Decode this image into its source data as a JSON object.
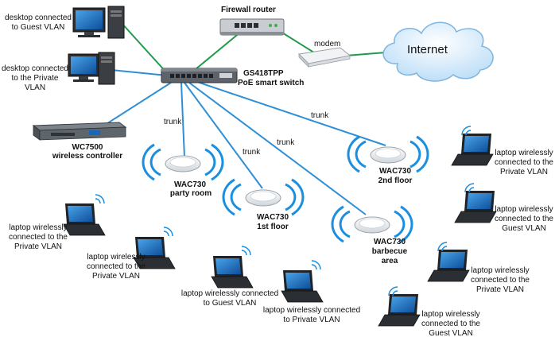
{
  "devices": {
    "firewall": "Firewall router",
    "modem": "modem",
    "internet": "Internet",
    "switch_model": "GS418TPP",
    "switch_desc": "PoE smart switch",
    "controller_model": "WC7500",
    "controller_desc": "wireless controller"
  },
  "desktops": {
    "guest": "desktop connected\nto Guest VLAN",
    "private": "desktop connected\nto the Private VLAN"
  },
  "access_points": {
    "party_model": "WAC730",
    "party_loc": "party room",
    "first_model": "WAC730",
    "first_loc": "1st floor",
    "second_model": "WAC730",
    "second_loc": "2nd floor",
    "bbq_model": "WAC730",
    "bbq_loc": "barbecue\narea"
  },
  "links": {
    "trunk": "trunk"
  },
  "laptops": {
    "l1": "laptop wirelessly\nconnected to the\nPrivate VLAN",
    "l2": "laptop wirelessly\nconnected to the\nPrivate VLAN",
    "l3": "laptop wirelessly connected\nto Guest VLAN",
    "l4": "laptop wirelessly connected\nto Private VLAN",
    "l5": "laptop wirelessly\nconnected to the\nPrivate VLAN",
    "l6": "laptop wirelessly\nconnected to the\nGuest VLAN",
    "l7": "laptop wirelessly\nconnected to the\nPrivate VLAN",
    "l8": "laptop wirelessly\nconnected to the\nGuest VLAN"
  },
  "colors": {
    "green_link": "#1e9a4a",
    "blue_link": "#2f8fd6",
    "wifi": "#1a8fe0",
    "cloud": "#d8ecfb"
  }
}
